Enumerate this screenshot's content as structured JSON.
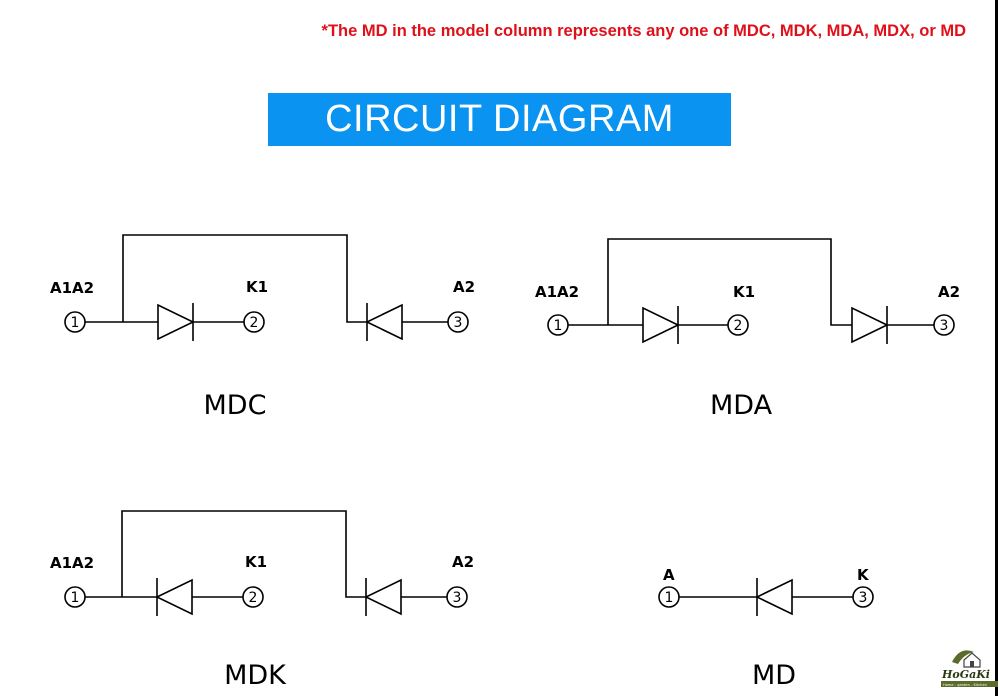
{
  "note": "*The MD in the model column represents any one of MDC, MDK, MDA, MDX, or MD",
  "title": "CIRCUIT DIAGRAM",
  "colors": {
    "note_red": "#e0101a",
    "title_bg": "#0a93f0",
    "title_text": "#ffffff",
    "line": "#000000"
  },
  "diagrams": [
    {
      "name": "MDC",
      "labels": [
        "A1A2",
        "K1",
        "A2"
      ],
      "pins": [
        "1",
        "2",
        "3"
      ],
      "diode1": "anode-left",
      "diode2": "cathode-left"
    },
    {
      "name": "MDA",
      "labels": [
        "A1A2",
        "K1",
        "A2"
      ],
      "pins": [
        "1",
        "2",
        "3"
      ],
      "diode1": "anode-left",
      "diode2": "anode-left"
    },
    {
      "name": "MDK",
      "labels": [
        "A1A2",
        "K1",
        "A2"
      ],
      "pins": [
        "1",
        "2",
        "3"
      ],
      "diode1": "cathode-left",
      "diode2": "cathode-left"
    },
    {
      "name": "MD",
      "labels": [
        "A",
        "K"
      ],
      "pins": [
        "1",
        "3"
      ],
      "diode1": "cathode-left"
    }
  ],
  "logo": {
    "brand": "HoGaKi",
    "tagline": "Home - garden - Kitchen",
    "icon": "house-leaf-icon"
  }
}
